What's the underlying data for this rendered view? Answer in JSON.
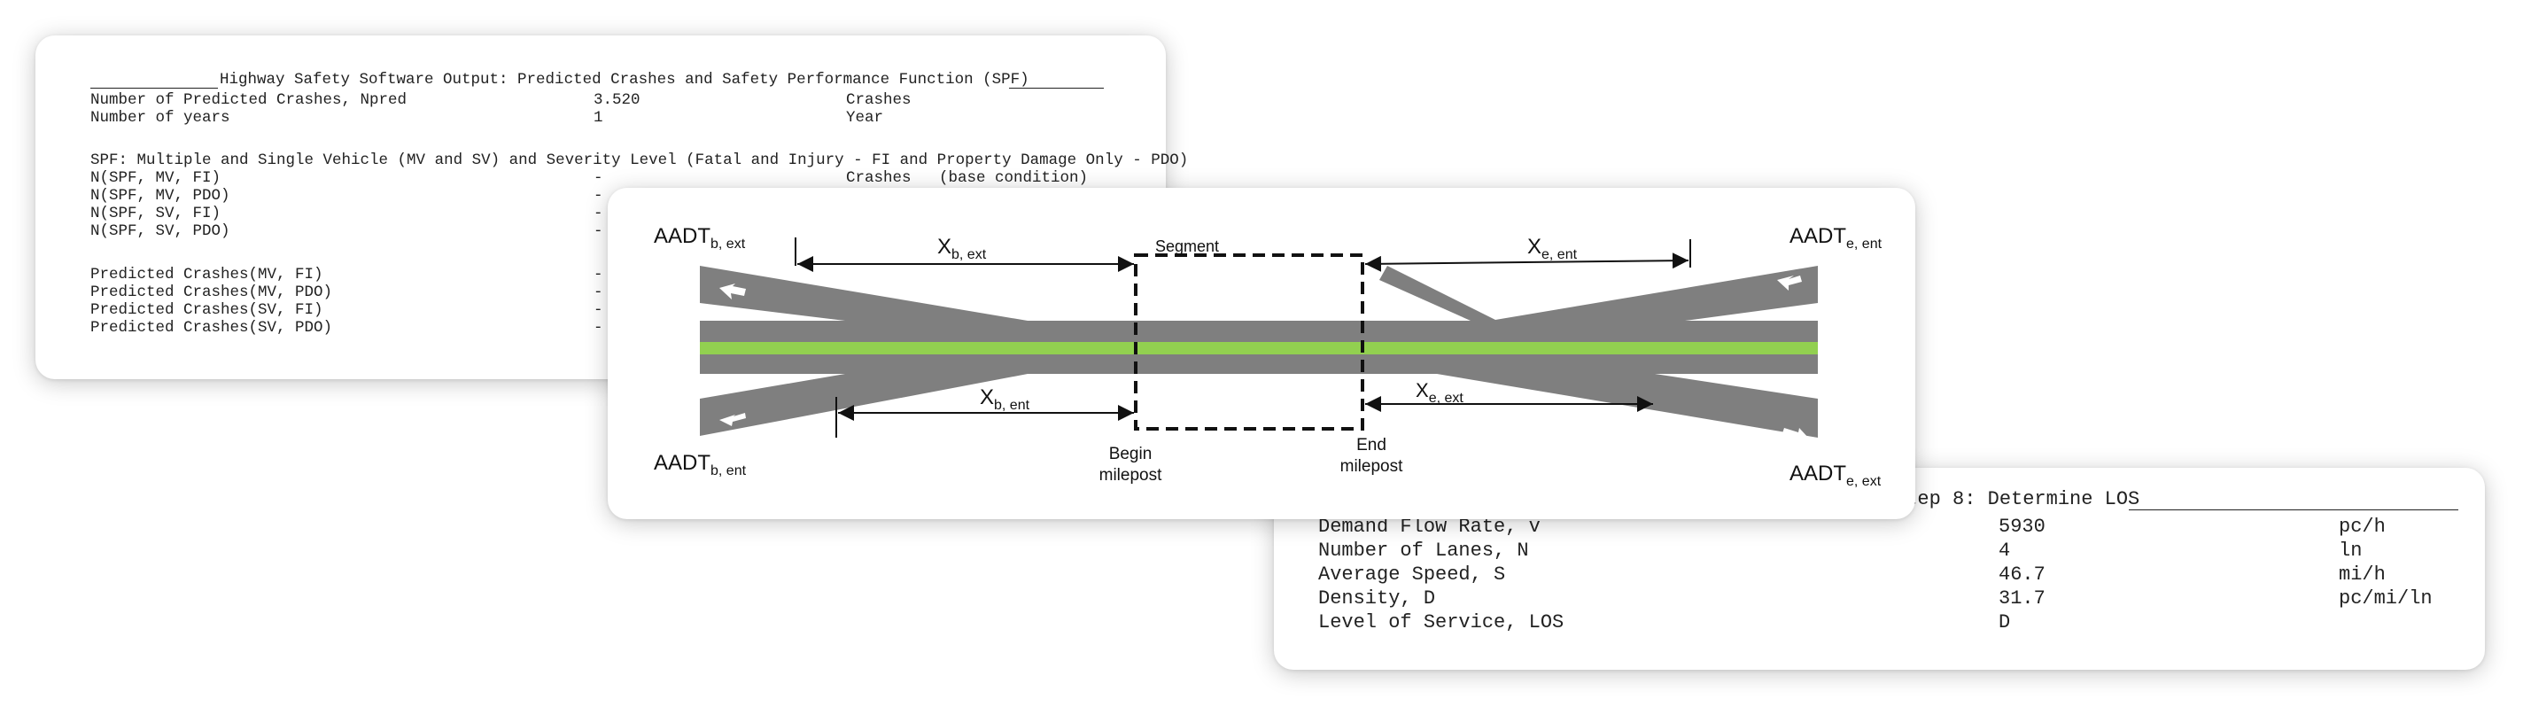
{
  "spf_card": {
    "title": "Highway Safety Software Output: Predicted Crashes and Safety Performance Function (SPF)",
    "rows": [
      {
        "label": "Number of Predicted Crashes, Npred",
        "value": "3.520",
        "unit": "Crashes"
      },
      {
        "label": "Number of years",
        "value": "1",
        "unit": "Year"
      }
    ],
    "spf_header": "SPF: Multiple and Single Vehicle (MV and SV) and Severity Level (Fatal and Injury - FI and Property Damage Only - PDO)",
    "spf_rows": [
      {
        "label": "N(SPF, MV, FI)",
        "value": "-",
        "unit": "Crashes   (base condition)"
      },
      {
        "label": "N(SPF, MV, PDO)",
        "value": "-",
        "unit": ""
      },
      {
        "label": "N(SPF, SV, FI)",
        "value": "-",
        "unit": ""
      },
      {
        "label": "N(SPF, SV, PDO)",
        "value": "-",
        "unit": ""
      }
    ],
    "predicted_rows": [
      {
        "label": "Predicted Crashes(MV, FI)",
        "value": "-"
      },
      {
        "label": "Predicted Crashes(MV, PDO)",
        "value": "-"
      },
      {
        "label": "Predicted Crashes(SV, FI)",
        "value": "-"
      },
      {
        "label": "Predicted Crashes(SV, PDO)",
        "value": "-"
      }
    ]
  },
  "diagram": {
    "aadt_b_ext": {
      "main": "AADT",
      "sub": "b, ext"
    },
    "aadt_b_ent": {
      "main": "AADT",
      "sub": "b, ent"
    },
    "aadt_e_ent": {
      "main": "AADT",
      "sub": "e, ent"
    },
    "aadt_e_ext": {
      "main": "AADT",
      "sub": "e, ext"
    },
    "x_b_ext": {
      "main": "X",
      "sub": "b, ext"
    },
    "x_b_ent": {
      "main": "X",
      "sub": "b, ent"
    },
    "x_e_ent": {
      "main": "X",
      "sub": "e, ent"
    },
    "x_e_ext": {
      "main": "X",
      "sub": "e, ext"
    },
    "segment_label": "Segment",
    "begin_label": [
      "Begin",
      "milepost"
    ],
    "end_label": [
      "End",
      "milepost"
    ],
    "colors": {
      "road": "#7f7f7f",
      "median": "#92d050",
      "arrows": "#ffffff"
    }
  },
  "los_card": {
    "title": "Step 8: Determine LOS",
    "rows": [
      {
        "label": "Demand Flow Rate, v",
        "value": "5930",
        "unit": "pc/h"
      },
      {
        "label": "Number of Lanes, N",
        "value": "4",
        "unit": "ln"
      },
      {
        "label": "Average Speed, S",
        "value": "46.7",
        "unit": "mi/h"
      },
      {
        "label": "Density, D",
        "value": "31.7",
        "unit": "pc/mi/ln"
      },
      {
        "label": "Level of Service, LOS",
        "value": "D",
        "unit": ""
      }
    ]
  }
}
